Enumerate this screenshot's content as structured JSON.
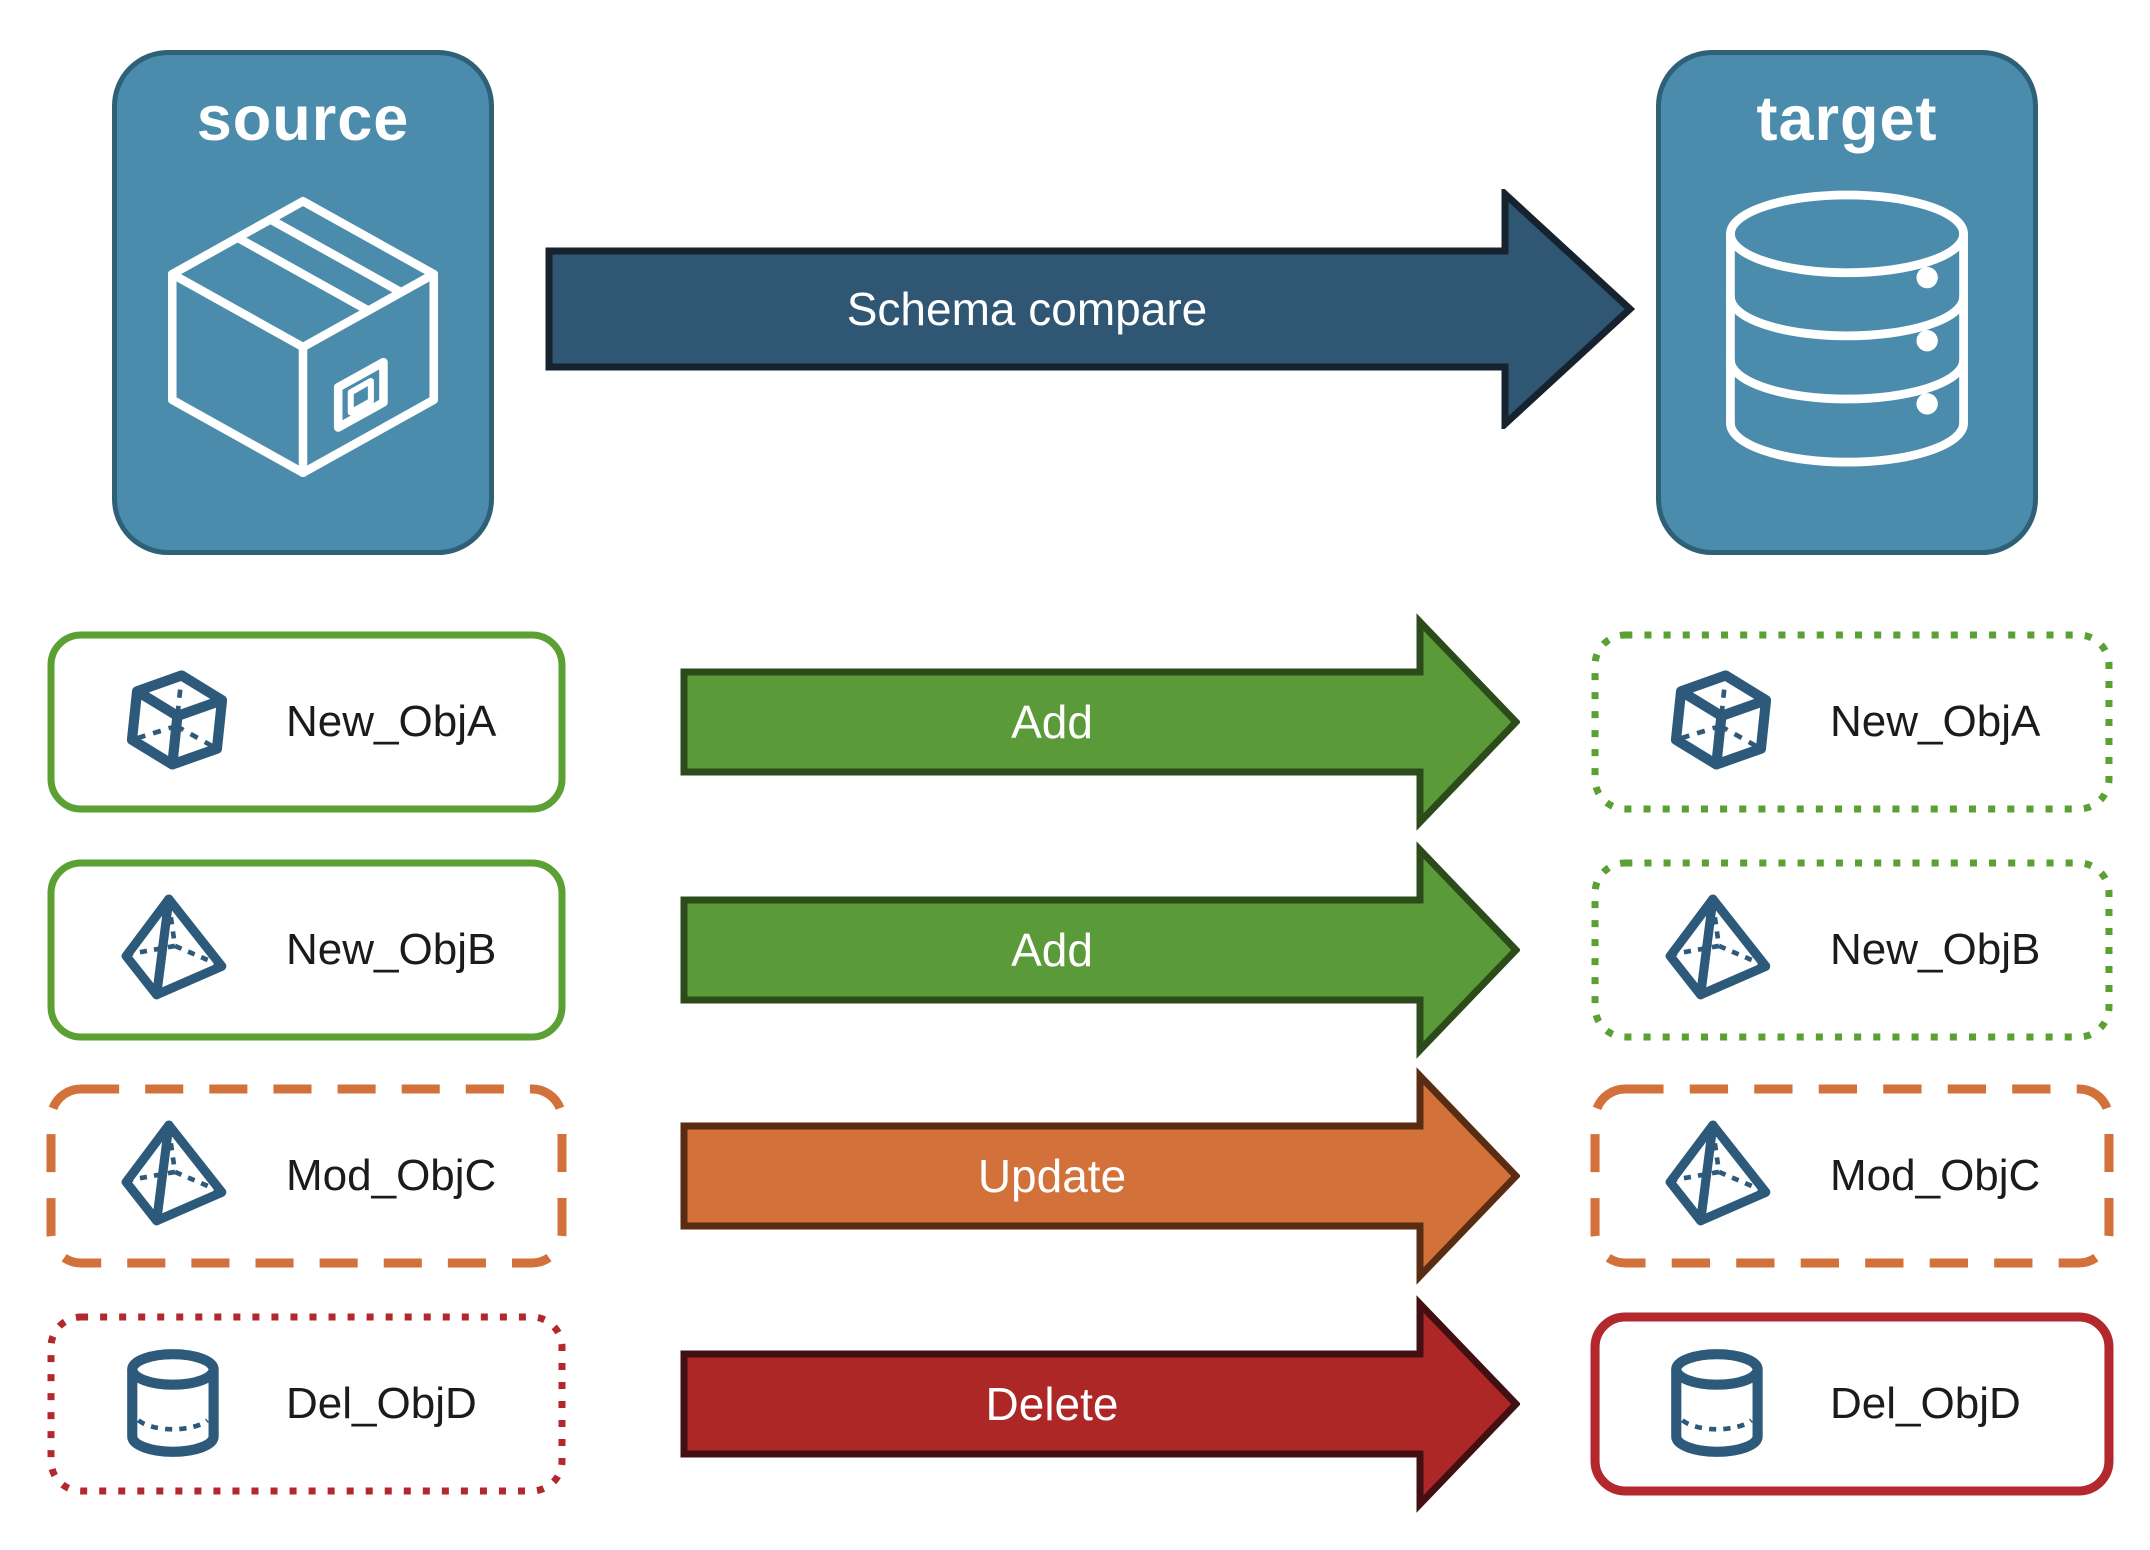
{
  "diagram": {
    "source": {
      "label": "source",
      "icon": "package-box"
    },
    "target": {
      "label": "target",
      "icon": "database"
    },
    "compare": {
      "label": "Schema compare"
    }
  },
  "rows": [
    {
      "object": "New_ObjA",
      "icon": "cube",
      "action": "Add",
      "source_border": "solid-green",
      "target_border": "dotted-green"
    },
    {
      "object": "New_ObjB",
      "icon": "pyramid",
      "action": "Add",
      "source_border": "solid-green",
      "target_border": "dotted-green"
    },
    {
      "object": "Mod_ObjC",
      "icon": "pyramid",
      "action": "Update",
      "source_border": "dashed-orange",
      "target_border": "dashed-orange"
    },
    {
      "object": "Del_ObjD",
      "icon": "cylinder",
      "action": "Delete",
      "source_border": "dotted-red",
      "target_border": "solid-red"
    }
  ],
  "colors": {
    "node_fill": "#4b8bac",
    "node_border": "#2e6077",
    "compare_arrow_fill": "#2f5673",
    "compare_arrow_outline": "#16222e",
    "add_arrow_fill": "#5b9a38",
    "add_arrow_outline": "#2c4b1b",
    "update_arrow_fill": "#d2713a",
    "update_arrow_outline": "#5a2d12",
    "delete_arrow_fill": "#ae2727",
    "delete_arrow_outline": "#420f12",
    "green_outline": "#5aa032",
    "orange_outline": "#d2713a",
    "red_outline": "#b2282c",
    "icon_blue": "#2d5a7a",
    "arrow_text": "#ffffff"
  }
}
